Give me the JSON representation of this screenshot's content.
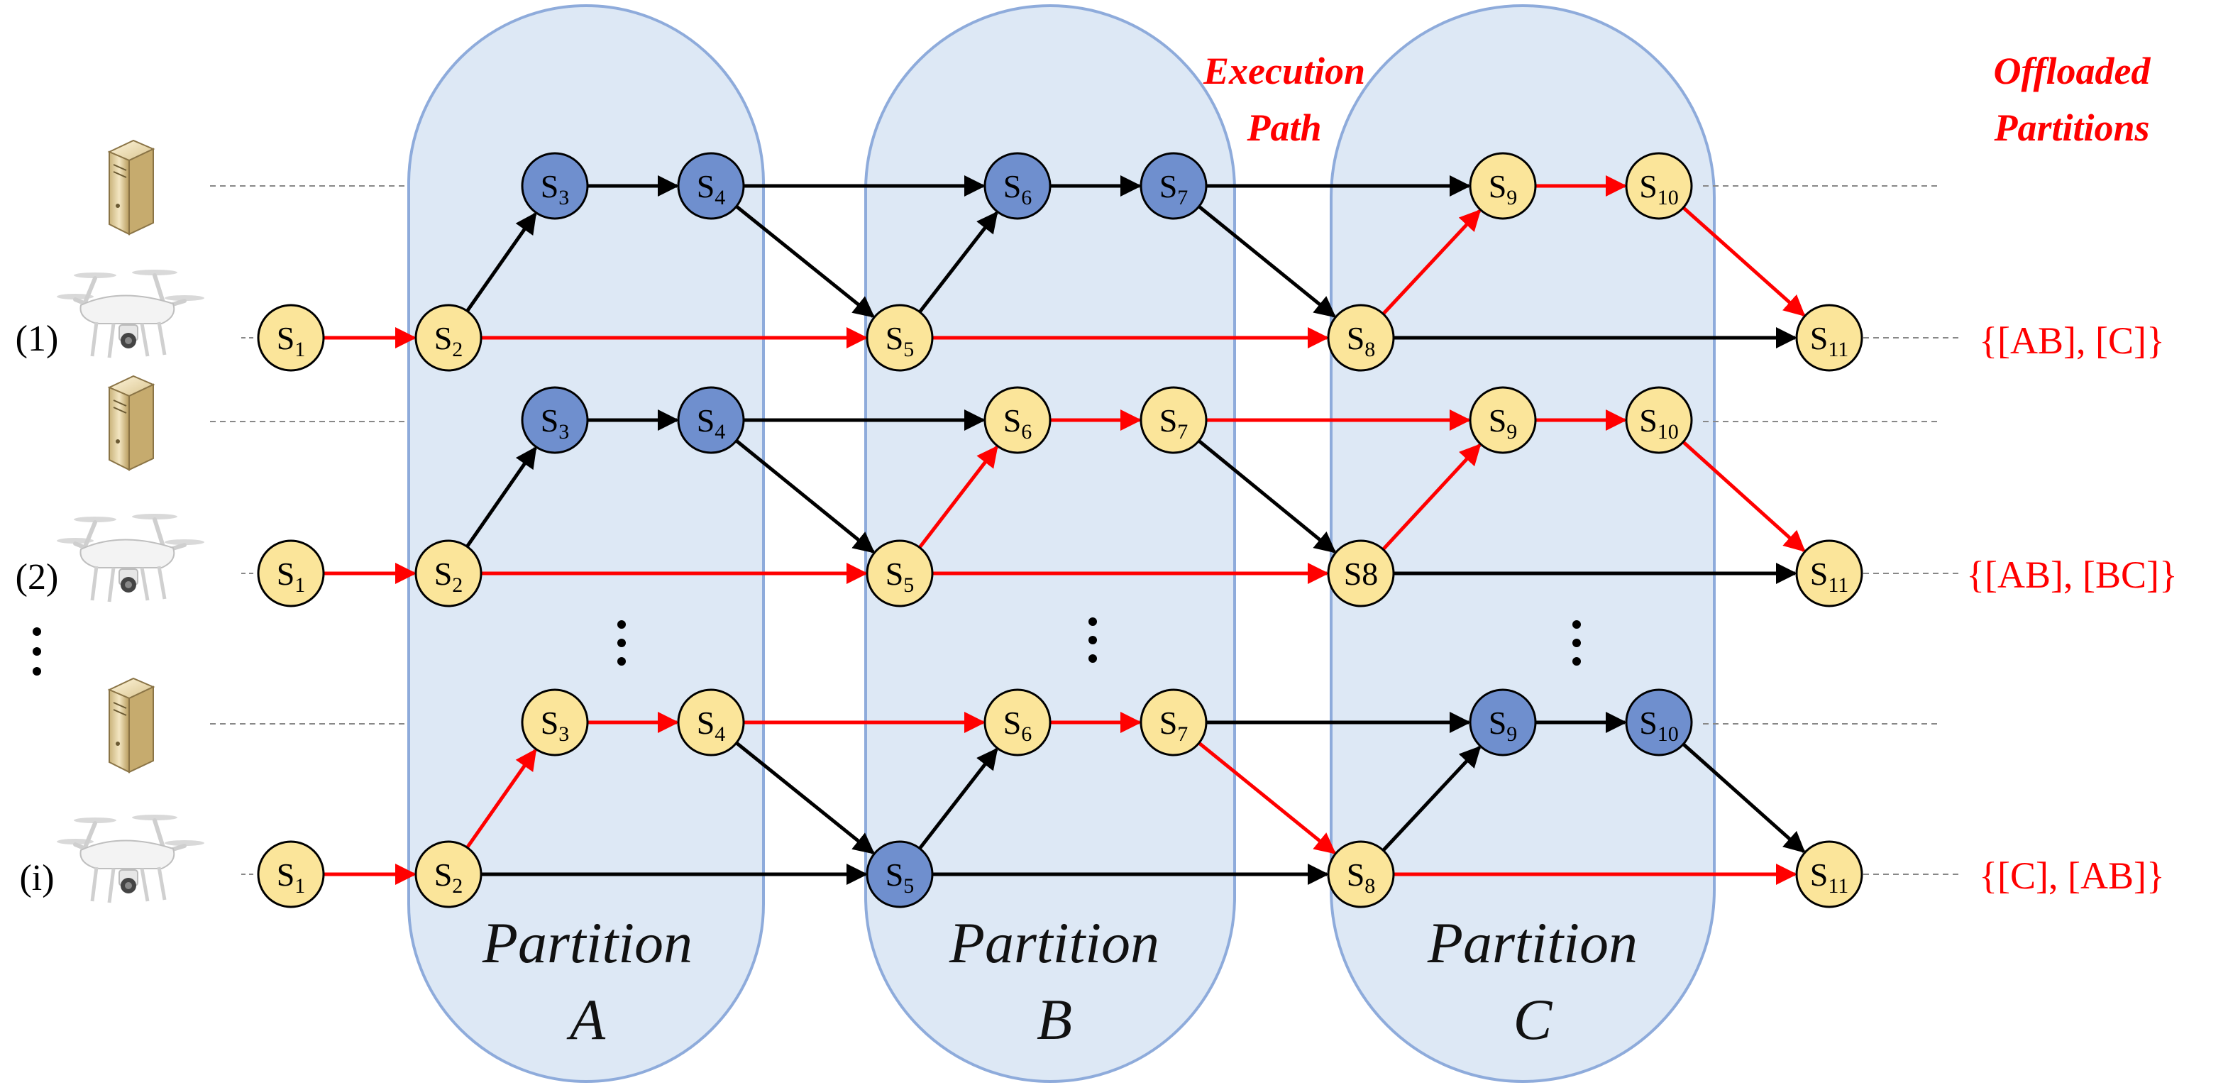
{
  "header": {
    "execution_path_line1": "Execution",
    "execution_path_line2": "Path",
    "offloaded_line1": "Offloaded",
    "offloaded_line2": "Partitions"
  },
  "partitions": [
    {
      "word": "Partition",
      "letter": "A"
    },
    {
      "word": "Partition",
      "letter": "B"
    },
    {
      "word": "Partition",
      "letter": "C"
    }
  ],
  "rows": [
    {
      "label": "(1)",
      "offloaded": "{[AB], [C]}",
      "nodes": {
        "s1": {
          "base": "S",
          "sub": "1",
          "color": "yellow"
        },
        "s2": {
          "base": "S",
          "sub": "2",
          "color": "yellow"
        },
        "s3": {
          "base": "S",
          "sub": "3",
          "color": "blue"
        },
        "s4": {
          "base": "S",
          "sub": "4",
          "color": "blue"
        },
        "s5": {
          "base": "S",
          "sub": "5",
          "color": "yellow"
        },
        "s6": {
          "base": "S",
          "sub": "6",
          "color": "blue"
        },
        "s7": {
          "base": "S",
          "sub": "7",
          "color": "blue"
        },
        "s8": {
          "base": "S",
          "sub": "8",
          "color": "yellow"
        },
        "s9": {
          "base": "S",
          "sub": "9",
          "color": "yellow"
        },
        "s10": {
          "base": "S",
          "sub": "10",
          "color": "yellow"
        },
        "s11": {
          "base": "S",
          "sub": "11",
          "color": "yellow"
        }
      },
      "red_edges": [
        [
          "s1",
          "s2"
        ],
        [
          "s2",
          "s5"
        ],
        [
          "s5",
          "s8"
        ],
        [
          "s8",
          "s9"
        ],
        [
          "s9",
          "s10"
        ],
        [
          "s10",
          "s11"
        ]
      ]
    },
    {
      "label": "(2)",
      "offloaded": "{[AB], [BC]}",
      "nodes": {
        "s1": {
          "base": "S",
          "sub": "1",
          "color": "yellow"
        },
        "s2": {
          "base": "S",
          "sub": "2",
          "color": "yellow"
        },
        "s3": {
          "base": "S",
          "sub": "3",
          "color": "blue"
        },
        "s4": {
          "base": "S",
          "sub": "4",
          "color": "blue"
        },
        "s5": {
          "base": "S",
          "sub": "5",
          "color": "yellow"
        },
        "s6": {
          "base": "S",
          "sub": "6",
          "color": "yellow"
        },
        "s7": {
          "base": "S",
          "sub": "7",
          "color": "yellow"
        },
        "s8": {
          "base": "S8",
          "sub": "",
          "color": "yellow"
        },
        "s9": {
          "base": "S",
          "sub": "9",
          "color": "yellow"
        },
        "s10": {
          "base": "S",
          "sub": "10",
          "color": "yellow"
        },
        "s11": {
          "base": "S",
          "sub": "11",
          "color": "yellow"
        }
      },
      "red_edges": [
        [
          "s1",
          "s2"
        ],
        [
          "s2",
          "s5"
        ],
        [
          "s5",
          "s6"
        ],
        [
          "s6",
          "s7"
        ],
        [
          "s7",
          "s9"
        ],
        [
          "s5",
          "s8"
        ],
        [
          "s8",
          "s9"
        ],
        [
          "s9",
          "s10"
        ],
        [
          "s10",
          "s11"
        ]
      ]
    },
    {
      "label": "(i)",
      "offloaded": "{[C], [AB]}",
      "nodes": {
        "s1": {
          "base": "S",
          "sub": "1",
          "color": "yellow"
        },
        "s2": {
          "base": "S",
          "sub": "2",
          "color": "yellow"
        },
        "s3": {
          "base": "S",
          "sub": "3",
          "color": "yellow"
        },
        "s4": {
          "base": "S",
          "sub": "4",
          "color": "yellow"
        },
        "s5": {
          "base": "S",
          "sub": "5",
          "color": "blue"
        },
        "s6": {
          "base": "S",
          "sub": "6",
          "color": "yellow"
        },
        "s7": {
          "base": "S",
          "sub": "7",
          "color": "yellow"
        },
        "s8": {
          "base": "S",
          "sub": "8",
          "color": "yellow"
        },
        "s9": {
          "base": "S",
          "sub": "9",
          "color": "blue"
        },
        "s10": {
          "base": "S",
          "sub": "10",
          "color": "blue"
        },
        "s11": {
          "base": "S",
          "sub": "11",
          "color": "yellow"
        }
      },
      "red_edges": [
        [
          "s1",
          "s2"
        ],
        [
          "s2",
          "s3"
        ],
        [
          "s3",
          "s4"
        ],
        [
          "s4",
          "s6"
        ],
        [
          "s6",
          "s7"
        ],
        [
          "s7",
          "s8"
        ],
        [
          "s8",
          "s11"
        ]
      ]
    }
  ],
  "colors": {
    "node_yellow": "#fbe59a",
    "node_blue_dark": "#6f8fce",
    "node_blue_light": "#8fa6dc",
    "partition_fill": "#dde8f5",
    "partition_stroke": "#8eabdb",
    "edge_red": "#ff0000",
    "edge_black": "#000000",
    "dashed": "#888888"
  },
  "icons": [
    "server-icon",
    "drone-icon"
  ]
}
